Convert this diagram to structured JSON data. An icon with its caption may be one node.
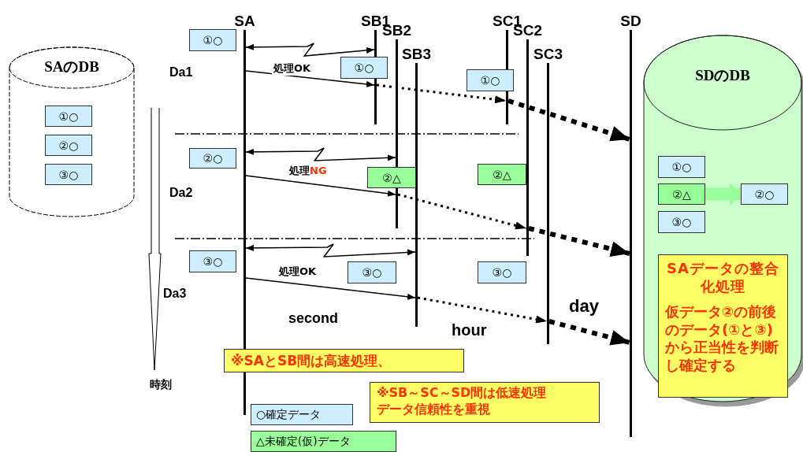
{
  "diagram": {
    "nodes": [
      {
        "text": [
          "SA"
        ]
      },
      {
        "text": [
          "SB1"
        ]
      },
      {
        "text": [
          "SB2"
        ]
      },
      {
        "text": [
          "SB3"
        ]
      },
      {
        "text": [
          "SC1"
        ]
      },
      {
        "text": [
          "SC2"
        ]
      },
      {
        "text": [
          "SC3"
        ]
      },
      {
        "text": [
          "SD"
        ]
      },
      {
        "text": [
          "SAのDB"
        ]
      },
      {
        "text": [
          "①○"
        ],
        "in": 8
      },
      {
        "text": [
          "②○"
        ],
        "in": 8
      },
      {
        "text": [
          "③○"
        ],
        "in": 8
      },
      {
        "text": [
          "SDのDB"
        ]
      },
      {
        "text": [
          "①○"
        ],
        "in": 12
      },
      {
        "text": [
          "②△"
        ],
        "in": 12
      },
      {
        "text": [
          "②○"
        ],
        "in": 12
      },
      {
        "text": [
          "③○"
        ],
        "in": 12
      },
      {
        "text": [
          "SAデータの整合化処理",
          "仮データ②の前後のデータ(①と③)から正当性を判断し確定する"
        ],
        "in": 12
      },
      {
        "text": [
          "①○"
        ]
      },
      {
        "text": [
          "①○"
        ]
      },
      {
        "text": [
          "①○"
        ]
      },
      {
        "text": [
          "②○"
        ]
      },
      {
        "text": [
          "②△"
        ]
      },
      {
        "text": [
          "②△"
        ]
      },
      {
        "text": [
          "③○"
        ]
      },
      {
        "text": [
          "③○"
        ]
      },
      {
        "text": [
          "③○"
        ]
      },
      {
        "text": [
          "※SAとSB間は高速処理、"
        ]
      },
      {
        "text": [
          "※SB～SC～SD間は低速処理",
          "データ信頼性を重視"
        ]
      }
    ],
    "edges": [
      {
        "from": 0,
        "to": 1,
        "arrow": "both"
      },
      {
        "from": 0,
        "to": 1,
        "arrow": "to",
        "label": "処理OK"
      },
      {
        "from": 1,
        "to": 4,
        "arrow": "to",
        "style": "dashed"
      },
      {
        "from": 4,
        "to": 7,
        "arrow": "to",
        "style": "dashed"
      },
      {
        "from": 0,
        "to": 2,
        "arrow": "both"
      },
      {
        "from": 0,
        "to": 2,
        "arrow": "to",
        "label": "処理**NG**"
      },
      {
        "from": 2,
        "to": 5,
        "arrow": "to",
        "style": "dashed"
      },
      {
        "from": 5,
        "to": 7,
        "arrow": "to",
        "style": "dashed"
      },
      {
        "from": 0,
        "to": 3,
        "arrow": "both"
      },
      {
        "from": 0,
        "to": 3,
        "arrow": "to",
        "label": "処理OK"
      },
      {
        "from": 3,
        "to": 6,
        "arrow": "to",
        "style": "dashed"
      },
      {
        "from": 6,
        "to": 7,
        "arrow": "to",
        "style": "dashed"
      },
      {
        "from": 14,
        "to": 15,
        "arrow": "to",
        "style": "thick",
        "color": "#99ff99"
      }
    ],
    "labels": [
      "Da1",
      "Da2",
      "Da3",
      "second",
      "hour",
      "day",
      "時刻"
    ],
    "legend": [
      {
        "text": "○確定データ",
        "color": "#cceeff"
      },
      {
        "text": "△未確定(仮)データ",
        "color": "#99ff99"
      }
    ]
  }
}
